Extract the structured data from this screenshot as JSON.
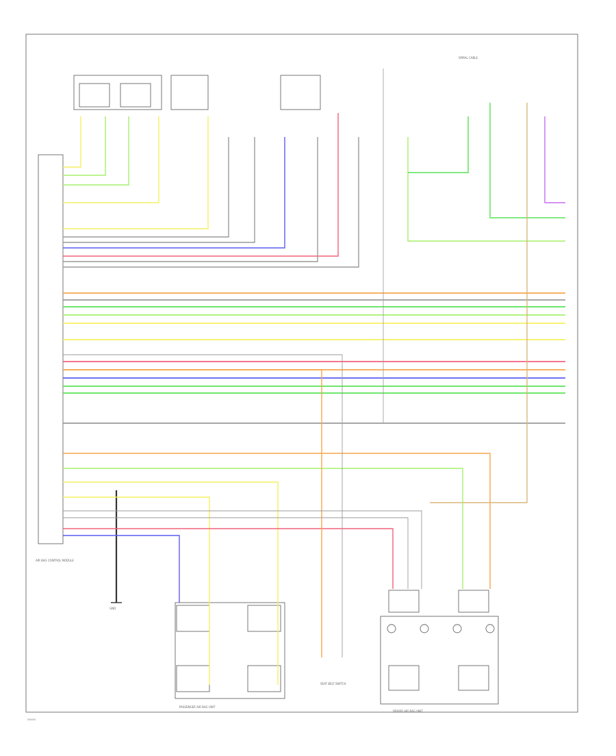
{
  "diagram": {
    "footer_code": "000000",
    "colors": {
      "frame": "#666666",
      "yellow": "#f4f060",
      "light_green": "#a6f06a",
      "green": "#56e256",
      "orange": "#f4a64c",
      "red": "#f2607a",
      "pink": "#f2a8b0",
      "blue": "#5a5cf2",
      "purple": "#c86cf0",
      "grey": "#9a9a9a",
      "dark": "#333333",
      "tan": "#d9b77a"
    },
    "labels": {
      "main_module": "AIR BAG CONTROL MODULE",
      "left_group": "PASSENGER AIR BAG UNIT",
      "right_group": "DRIVER AIR BAG UNIT",
      "ground": "GND",
      "center_bottom": "SEAT BELT SWITCH",
      "right_top": "SPIRAL CABLE"
    }
  }
}
